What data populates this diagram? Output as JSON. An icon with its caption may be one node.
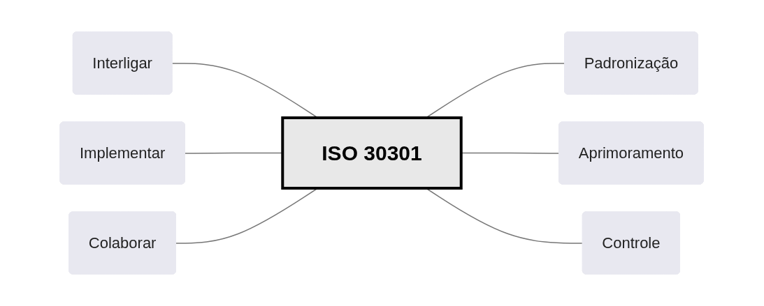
{
  "diagram": {
    "nodes": [
      {
        "text": [
          "ISO 30301"
        ]
      },
      {
        "text": [
          "Interligar"
        ]
      },
      {
        "text": [
          "Implementar"
        ]
      },
      {
        "text": [
          "Colaborar"
        ]
      },
      {
        "text": [
          "Padronização"
        ]
      },
      {
        "text": [
          "Aprimoramento"
        ]
      },
      {
        "text": [
          "Controle"
        ]
      }
    ],
    "edges": [
      {
        "from": 1,
        "to": 0,
        "arrow": "none"
      },
      {
        "from": 2,
        "to": 0,
        "arrow": "none"
      },
      {
        "from": 3,
        "to": 0,
        "arrow": "none"
      },
      {
        "from": 0,
        "to": 4,
        "arrow": "none"
      },
      {
        "from": 0,
        "to": 5,
        "arrow": "none"
      },
      {
        "from": 0,
        "to": 6,
        "arrow": "none"
      }
    ]
  }
}
